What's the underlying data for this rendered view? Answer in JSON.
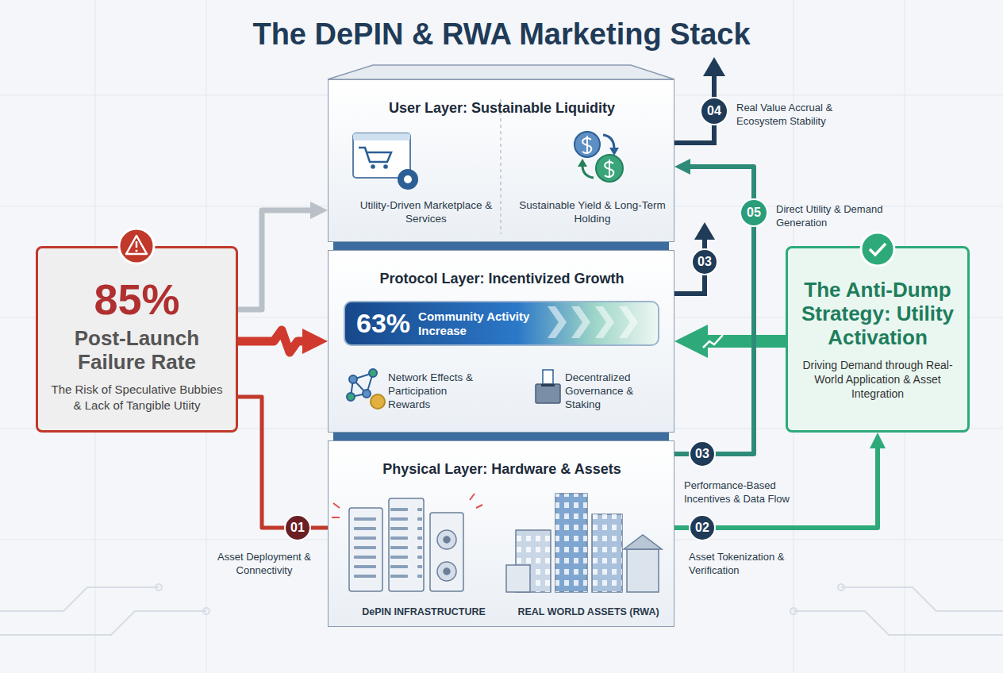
{
  "diagram": {
    "title": "The DePIN & RWA Marketing Stack",
    "nodes": [
      {
        "text": [
          "User Layer: Sustainable Liquidity",
          "Utility-Driven Marketplace & Services",
          "Sustainable Yield & Long-Term Holding"
        ]
      },
      {
        "text": [
          "Protocol Layer: Incentivized Growth",
          "Network Effects & Participation Rewards",
          "Decentralized Governance & Staking"
        ]
      },
      {
        "text": [
          "63%",
          "Community Activity Increase"
        ],
        "in": 1
      },
      {
        "text": [
          "Physical Layer: Hardware & Assets",
          "DePIN INFRASTRUCTURE",
          "REAL WORLD ASSETS (RWA)"
        ]
      },
      {
        "text": [
          "85%",
          "Post-Launch Failure Rate",
          "The Risk of Speculative Bubbies & Lack of Tangible Utiity"
        ]
      },
      {
        "text": [
          "The Anti-Dump Strategy: Utility Activation",
          "Driving Demand through Real-World Application & Asset Integration"
        ]
      }
    ],
    "edges": [
      {
        "from": 4,
        "to": 0,
        "arrow": "to"
      },
      {
        "from": 4,
        "to": 1,
        "arrow": "to"
      },
      {
        "from": 3,
        "to": 4,
        "arrow": "none"
      },
      {
        "from": 3,
        "to": 5,
        "arrow": "to"
      },
      {
        "from": 5,
        "to": 1,
        "arrow": "to"
      },
      {
        "from": 3,
        "to": 0,
        "arrow": "to"
      }
    ],
    "labels": [
      "04",
      "Real Value Accrual & Ecosystem Stability",
      "05",
      "Direct Utility & Demand Generation",
      "03",
      "03",
      "Performance-Based Incentives & Data Flow",
      "01",
      "Asset Deployment & Connectivity",
      "02",
      "Asset Tokenization & Verification"
    ]
  }
}
